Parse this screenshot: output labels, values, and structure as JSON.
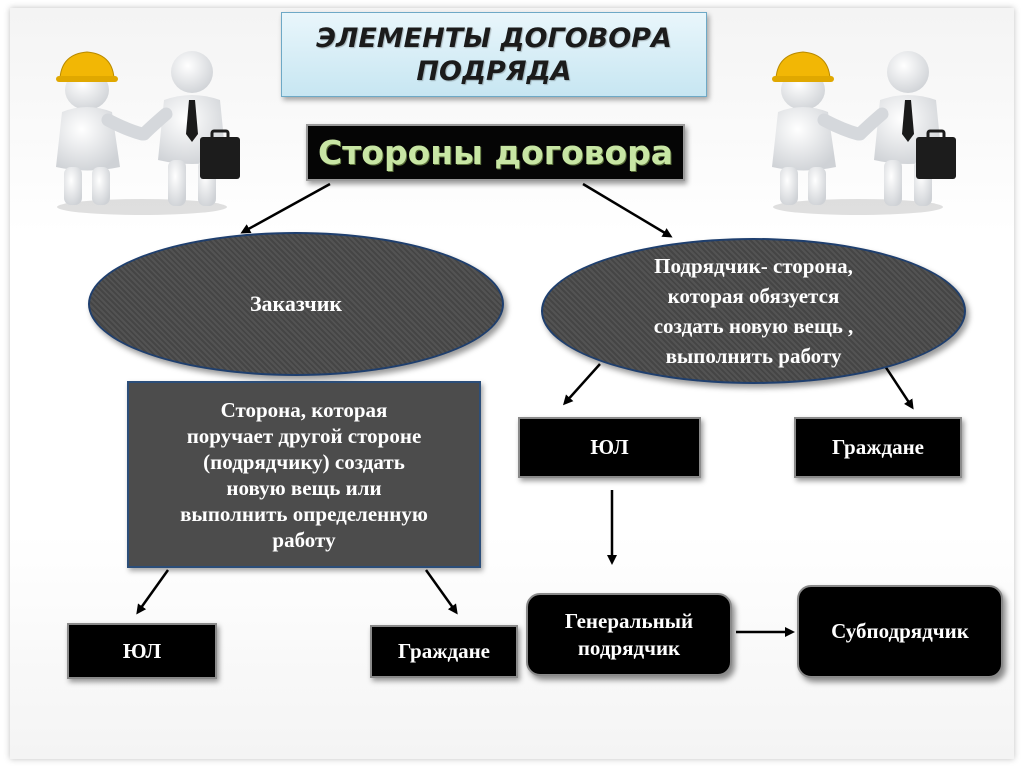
{
  "title": "ЭЛЕМЕНТЫ ДОГОВОРА\nПОДРЯДА",
  "sides_header": "Стороны договора",
  "customer": {
    "label": "Заказчик",
    "definition": "Сторона, которая\nпоручает другой стороне\n(подрядчику) создать\nновую вещь или\nвыполнить определенную\nработу",
    "legal_entity": "ЮЛ",
    "citizens": "Граждане"
  },
  "contractor": {
    "definition": "Подрядчик- сторона,\nкоторая обязуется\nсоздать новую вещь ,\nвыполнить работу",
    "legal_entity": "ЮЛ",
    "citizens": "Граждане",
    "general_contractor": "Генеральный\nподрядчик",
    "subcontractor": "Субподрядчик"
  },
  "icons": [
    "handshake-figures-icon",
    "handshake-figures-icon"
  ],
  "colors": {
    "title_bg": "#c7e6f2",
    "dark_box": "#000000",
    "ellipse_fill": "#4a4a4a",
    "ellipse_border": "#1f3f6e",
    "helmet": "#f2b705"
  }
}
